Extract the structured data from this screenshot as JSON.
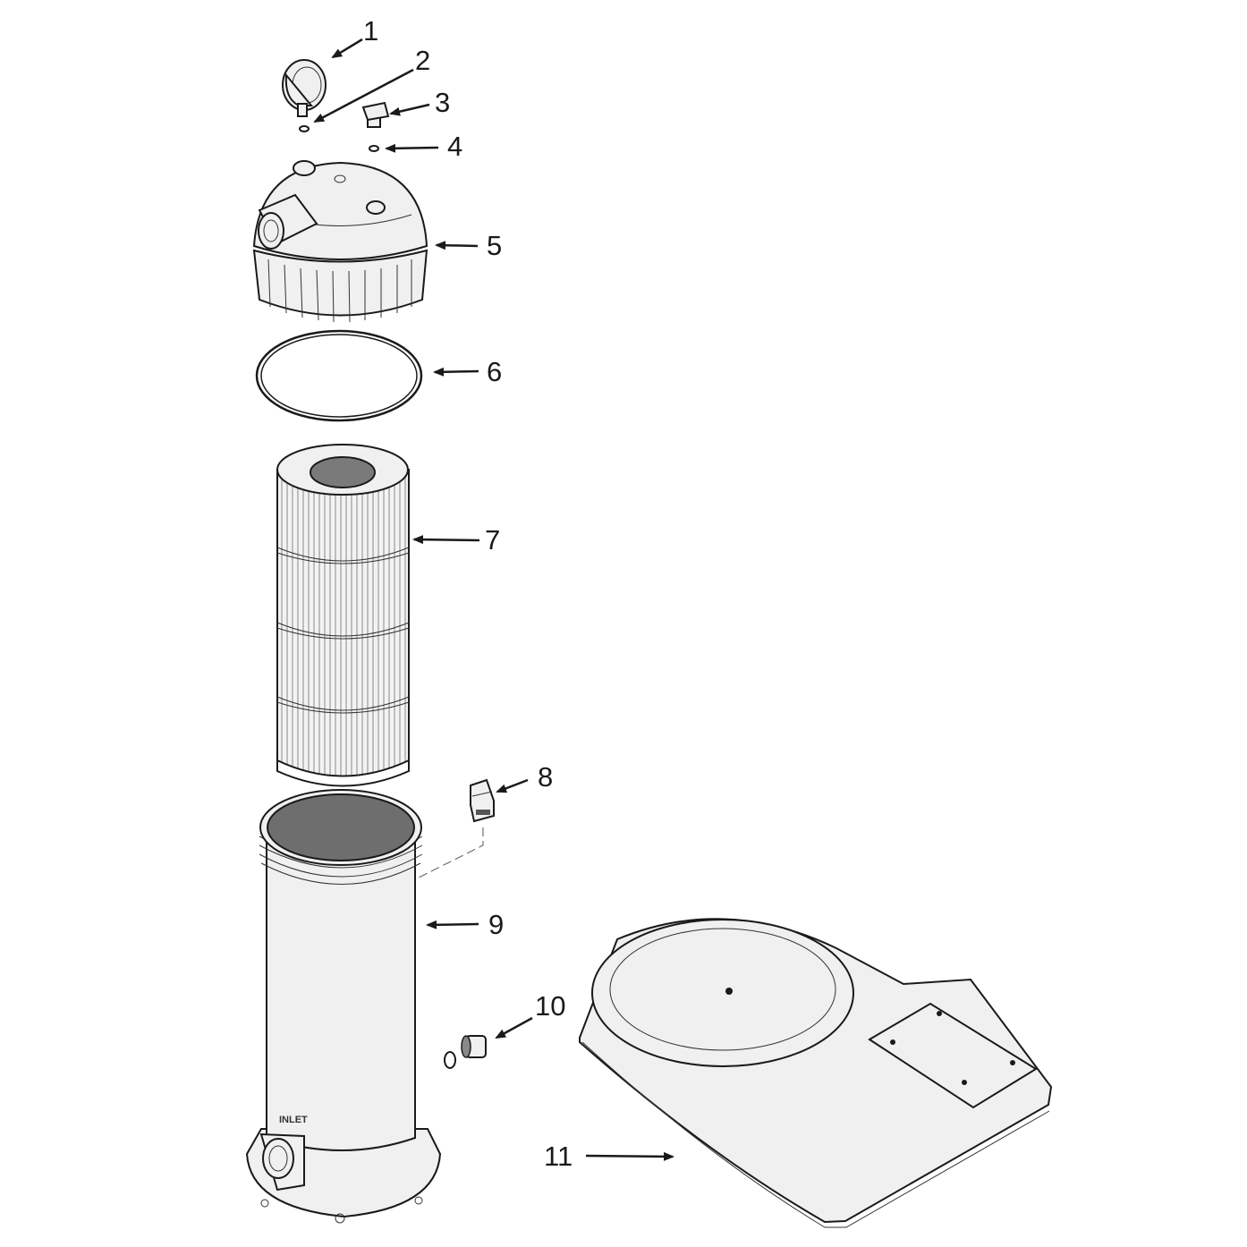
{
  "callouts": [
    {
      "id": "1",
      "text": "1"
    },
    {
      "id": "2",
      "text": "2"
    },
    {
      "id": "3",
      "text": "3"
    },
    {
      "id": "4",
      "text": "4"
    },
    {
      "id": "5",
      "text": "5"
    },
    {
      "id": "6",
      "text": "6"
    },
    {
      "id": "7",
      "text": "7"
    },
    {
      "id": "8",
      "text": "8"
    },
    {
      "id": "9",
      "text": "9"
    },
    {
      "id": "10",
      "text": "10"
    },
    {
      "id": "11",
      "text": "11"
    }
  ],
  "tank_marking": "INLET",
  "colors": {
    "line": "#1a1a1a",
    "fill": "#f0f0f0",
    "background": "#ffffff"
  }
}
